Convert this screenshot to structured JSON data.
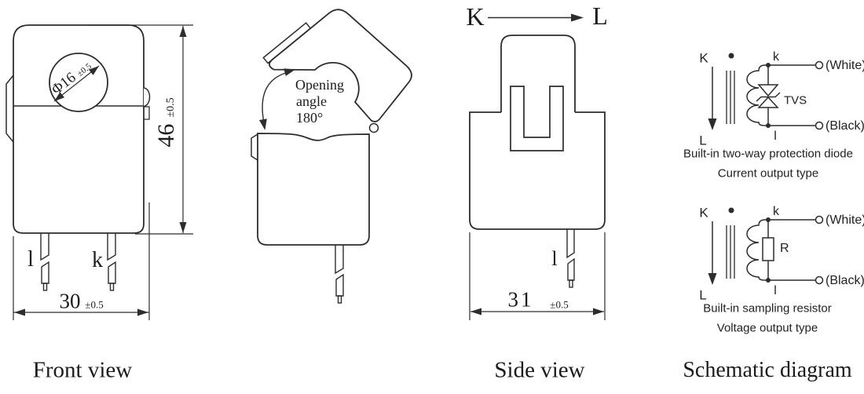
{
  "front_view": {
    "title": "Front view",
    "pin_left_label": "l",
    "pin_right_label": "k",
    "width_value": "30",
    "width_tolerance": "±0.5",
    "height_value": "46",
    "height_tolerance": "±0.5",
    "hole_diameter": "Φ16",
    "hole_tolerance": "±0.5"
  },
  "opened_view": {
    "note_line1": "Opening",
    "note_line2": "angle",
    "note_line3": "180°"
  },
  "side_view": {
    "title": "Side view",
    "direction_start": "K",
    "direction_end": "L",
    "pin_label": "l",
    "width_value": "31",
    "width_tolerance": "±0.5"
  },
  "schematic": {
    "title": "Schematic diagram",
    "circuits": [
      {
        "primary_top": "K",
        "primary_bottom": "L",
        "secondary_top": "k",
        "secondary_bottom": "l",
        "component_label": "TVS",
        "terminal_top": "(White)",
        "terminal_bottom": "(Black)",
        "caption_line1": "Built-in two-way protection diode",
        "caption_line2": "Current output type"
      },
      {
        "primary_top": "K",
        "primary_bottom": "L",
        "secondary_top": "k",
        "secondary_bottom": "l",
        "component_label": "R",
        "terminal_top": "(White)",
        "terminal_bottom": "(Black)",
        "caption_line1": "Built-in sampling resistor",
        "caption_line2": "Voltage output type"
      }
    ]
  },
  "colors": {
    "line": "#2d2d2d",
    "text": "#1c1c1c"
  }
}
